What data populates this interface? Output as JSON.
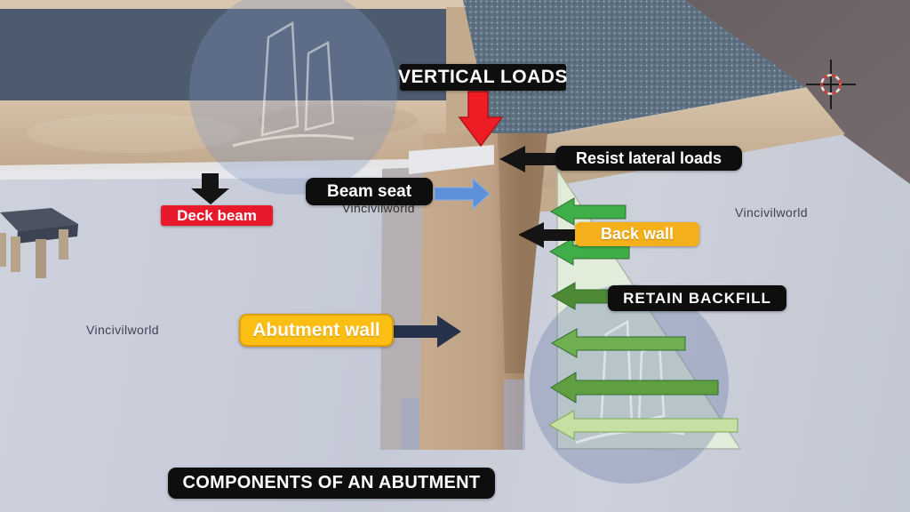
{
  "labels": {
    "vertical_loads": "VERTICAL LOADS",
    "resist_lateral_loads": "Resist lateral loads",
    "beam_seat": "Beam seat",
    "deck_beam": "Deck beam",
    "back_wall": "Back wall",
    "retain_backfill": "RETAIN BACKFILL",
    "abutment_wall": "Abutment wall",
    "title": "COMPONENTS OF AN ABUTMENT"
  },
  "watermarks": {
    "left": "Vincivilworld",
    "center": "Vincivilworld",
    "right": "Vincivilworld"
  },
  "icons": {
    "cursor": "3d-cursor-icon",
    "logo": "building-logo-icon"
  },
  "colors": {
    "label_black": "#0e0e0e",
    "label_red": "#e8192b",
    "label_amber": "#f4b01b",
    "abutment_amber": "#fcbe13",
    "arrow_red": "#ee1c24",
    "arrow_blue": "#5e8fd9",
    "arrow_navy": "#25324a",
    "arrow_green_bright": "#3fae49",
    "arrow_green_dark": "#4e8a36",
    "arrow_green_medium": "#6faf4f",
    "arrow_green_pale": "#c6dfa2",
    "pressure_triangle": "#e6f1db",
    "ground": "#c6cbd8",
    "deck_top_dark": "#4d5b6e",
    "deck_fascia_tan": "#c7ae92",
    "viewport_background": "#6c6266"
  }
}
